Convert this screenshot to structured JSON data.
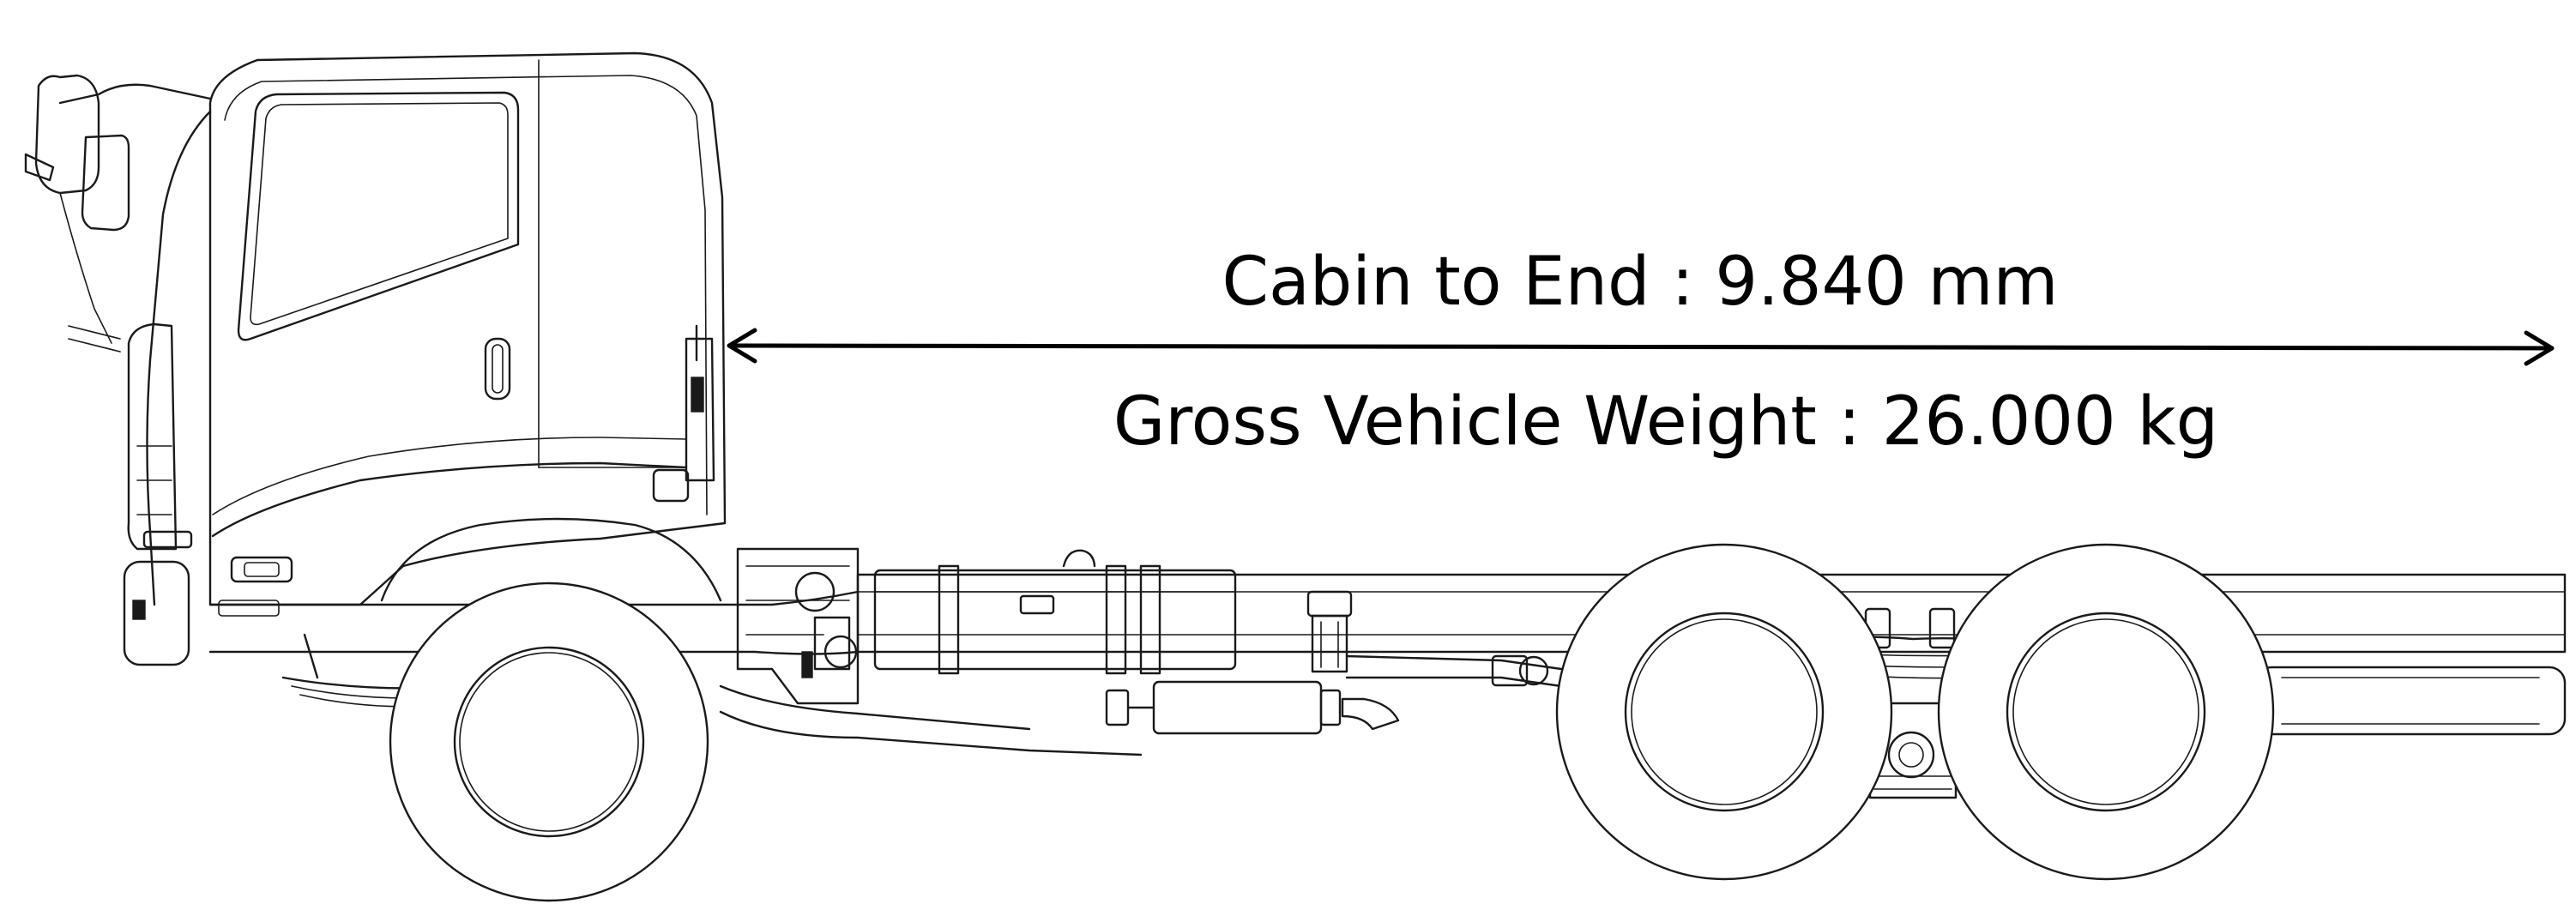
{
  "annotations": {
    "cabin_to_end": "Cabin to End : 9.840 mm",
    "gross_vehicle_weight": "Gross Vehicle Weight : 26.000 kg"
  },
  "drawing": {
    "subject": "truck-chassis-side-view",
    "line_color": "#1a1a1a",
    "background": "#ffffff"
  }
}
